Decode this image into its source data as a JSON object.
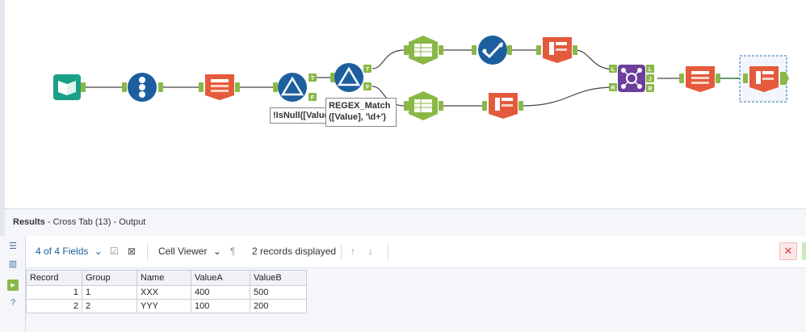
{
  "annotations": {
    "filter1": "!IsNull([Value",
    "filter2_line1": "REGEX_Match",
    "filter2_line2": "([Value], '\\d+')"
  },
  "anchors": {
    "filter1_true": "T",
    "filter1_false": "F",
    "filter2_true": "T",
    "filter2_false": "F",
    "join_left": "L",
    "join_right": "R",
    "join_out_l": "L",
    "join_out_j": "J",
    "join_out_r": "R"
  },
  "results": {
    "label": "Results",
    "subtitle": " - Cross Tab (13) - Output"
  },
  "toolbar": {
    "fields": "4 of 4 Fields",
    "viewer": "Cell Viewer",
    "records": "2 records displayed"
  },
  "table": {
    "headers": [
      "Record",
      "Group",
      "Name",
      "ValueA",
      "ValueB"
    ],
    "rows": [
      [
        "1",
        "1",
        "XXX",
        "400",
        "500"
      ],
      [
        "2",
        "2",
        "YYY",
        "100",
        "200"
      ]
    ]
  },
  "colors": {
    "accent": "#2f6fb5",
    "tool_blue": "#1d5f9e",
    "tool_orange": "#e45a3c",
    "tool_green": "#8ab847",
    "tool_purple": "#6b3f9a",
    "tool_teal": "#1aa089"
  }
}
